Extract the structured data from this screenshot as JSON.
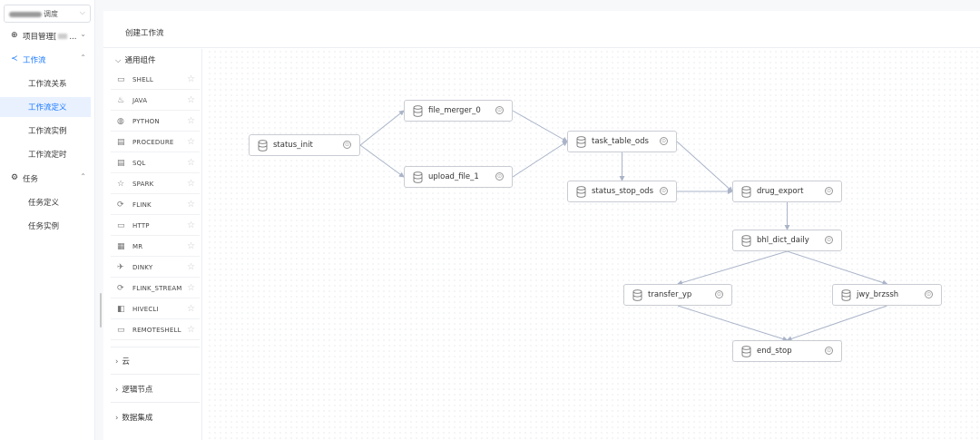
{
  "sidebar": {
    "project_select": {
      "value": "调度",
      "arrow": "chevron-down-icon"
    },
    "groups": [
      {
        "label": "项目管理[",
        "suffix": "...",
        "icon": "project-icon"
      },
      {
        "label": "工作流",
        "icon": "workflow-icon"
      },
      {
        "label": "任务",
        "icon": "task-icon"
      }
    ],
    "workflow_items": [
      "工作流关系",
      "工作流定义",
      "工作流实例",
      "工作流定时"
    ],
    "task_items": [
      "任务定义",
      "任务实例"
    ],
    "active_item": "工作流定义"
  },
  "page": {
    "title": "创建工作流"
  },
  "palette": {
    "general_label": "通用组件",
    "components": [
      {
        "label": "SHELL",
        "icon": "shell-icon"
      },
      {
        "label": "JAVA",
        "icon": "java-icon"
      },
      {
        "label": "PYTHON",
        "icon": "python-icon"
      },
      {
        "label": "PROCEDURE",
        "icon": "procedure-icon"
      },
      {
        "label": "SQL",
        "icon": "sql-icon"
      },
      {
        "label": "SPARK",
        "icon": "spark-icon"
      },
      {
        "label": "FLINK",
        "icon": "flink-icon"
      },
      {
        "label": "HTTP",
        "icon": "http-icon"
      },
      {
        "label": "MR",
        "icon": "mr-icon"
      },
      {
        "label": "DINKY",
        "icon": "dinky-icon"
      },
      {
        "label": "FLINK_STREAM",
        "icon": "flink-stream-icon"
      },
      {
        "label": "HIVECLI",
        "icon": "hivecli-icon"
      },
      {
        "label": "REMOTESHELL",
        "icon": "remoteshell-icon"
      }
    ],
    "categories": [
      "云",
      "逻辑节点",
      "数据集成"
    ]
  },
  "dag": {
    "nodes": [
      "status_init",
      "file_merger_0",
      "upload_file_1",
      "task_table_ods",
      "status_stop_ods",
      "drug_export",
      "bhl_dict_daily",
      "transfer_yp",
      "jwy_brzssh",
      "end_stop"
    ],
    "colors": {
      "edge": "#aab4c8",
      "node_border": "#c9ccd3",
      "active": "#1677ff"
    }
  }
}
